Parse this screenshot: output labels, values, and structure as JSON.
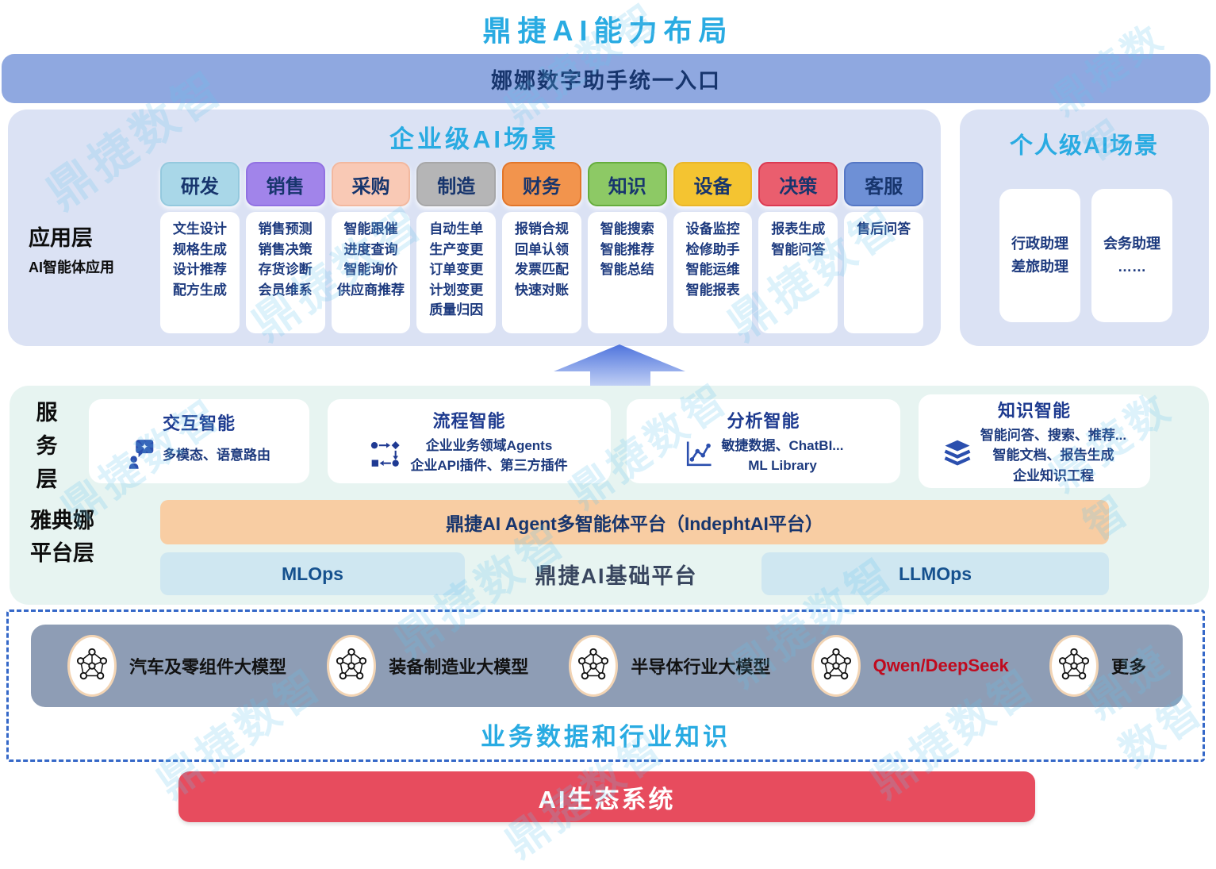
{
  "title": "鼎捷AI能力布局",
  "entry_bar": "娜娜数字助手统一入口",
  "watermark": {
    "text": "鼎捷数智"
  },
  "colors": {
    "accent_blue": "#29abe2",
    "navy_text": "#1d3a7e",
    "entry_bar_bg": "#8fa8e0",
    "section_lavender": "#dbe2f4",
    "section_mint": "#e7f4f1",
    "agent_bar_bg": "#f8cda3",
    "ops_bar_bg": "#cfe7f1",
    "model_bar_bg": "#8e9db5",
    "eco_red": "#e74c5e",
    "qwen_red": "#c00a1e",
    "dashed_border": "#3568c8"
  },
  "enterprise": {
    "title": "企业级AI场景",
    "layer": {
      "label": "应用层",
      "sublabel": "AI智能体应用"
    },
    "columns": [
      {
        "header": "研发",
        "body": "文生设计\n规格生成\n设计推荐\n配方生成",
        "bg": "#a9d7e8",
        "border": "#94c9de"
      },
      {
        "header": "销售",
        "body": "销售预测\n销售决策\n存货诊断\n会员维系",
        "bg": "#a184ea",
        "border": "#9171e2"
      },
      {
        "header": "采购",
        "body": "智能跟催\n进度查询\n智能询价\n供应商推荐",
        "bg": "#f9c9b5",
        "border": "#f2b89f"
      },
      {
        "header": "制造",
        "body": "自动生单\n生产变更\n订单变更\n计划变更\n质量归因",
        "bg": "#b5b5b6",
        "border": "#a7a7a8"
      },
      {
        "header": "财务",
        "body": "报销合规\n回单认领\n发票匹配\n快速对账",
        "bg": "#f2944d",
        "border": "#e2762a"
      },
      {
        "header": "知识",
        "body": "智能搜索\n智能推荐\n智能总结",
        "bg": "#8dc965",
        "border": "#65ad3d"
      },
      {
        "header": "设备",
        "body": "设备监控\n检修助手\n智能运维\n智能报表",
        "bg": "#f4c431",
        "border": "#eab629"
      },
      {
        "header": "决策",
        "body": "报表生成\n智能问答",
        "bg": "#ea5e6e",
        "border": "#dc3a52"
      },
      {
        "header": "客服",
        "body": "售后问答",
        "bg": "#6e90d6",
        "border": "#5577c5"
      }
    ]
  },
  "personal": {
    "title": "个人级AI场景",
    "cards": [
      {
        "body": "行政助理\n差旅助理"
      },
      {
        "body": "会务助理\n……"
      }
    ]
  },
  "service": {
    "layer_label": "服\n务\n层",
    "cards": [
      {
        "title": "交互智能",
        "body": "多模态、语意路由"
      },
      {
        "title": "流程智能",
        "body": "企业业务领域Agents\n企业API插件、第三方插件"
      },
      {
        "title": "分析智能",
        "body": "敏捷数据、ChatBI...\nML Library"
      },
      {
        "title": "知识智能",
        "body": "智能问答、搜索、推荐...\n智能文档、报告生成\n企业知识工程"
      }
    ]
  },
  "platform": {
    "layer_label": "雅典娜\n平台层",
    "agent_bar": "鼎捷AI Agent多智能体平台（IndephtAI平台）",
    "mlops": "MLOps",
    "base_label": "鼎捷AI基础平台",
    "llmops": "LLMOps"
  },
  "models": {
    "items": [
      {
        "label": "汽车及零组件大模型",
        "highlight": false
      },
      {
        "label": "装备制造业大模型",
        "highlight": false
      },
      {
        "label": "半导体行业大模型",
        "highlight": false
      },
      {
        "label": "Qwen/DeepSeek",
        "highlight": true
      },
      {
        "label": "更多",
        "highlight": false
      }
    ],
    "data_title": "业务数据和行业知识"
  },
  "eco_bar": "AI生态系统"
}
